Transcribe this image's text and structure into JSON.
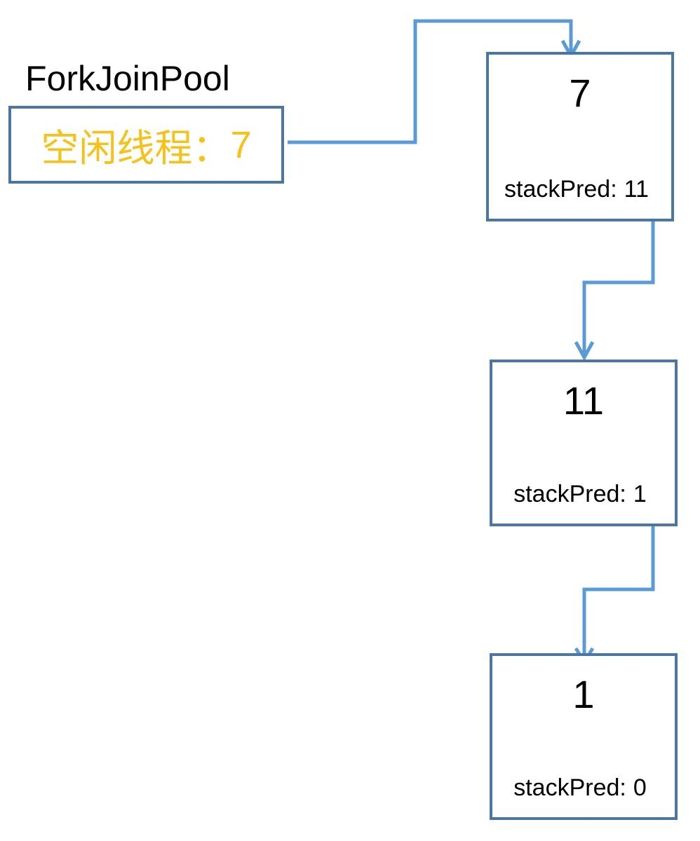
{
  "pool": {
    "title": "ForkJoinPool",
    "idle_label": "空闲线程：",
    "idle_value": "7"
  },
  "nodes": [
    {
      "id": "7",
      "pred_label": "stackPred:",
      "pred_value": "11"
    },
    {
      "id": "11",
      "pred_label": "stackPred:",
      "pred_value": "1"
    },
    {
      "id": "1",
      "pred_label": "stackPred:",
      "pred_value": "0"
    }
  ],
  "colors": {
    "box_border": "#4a76a1",
    "arrow": "#5b9bd5",
    "highlight_text": "#f5c21b"
  }
}
